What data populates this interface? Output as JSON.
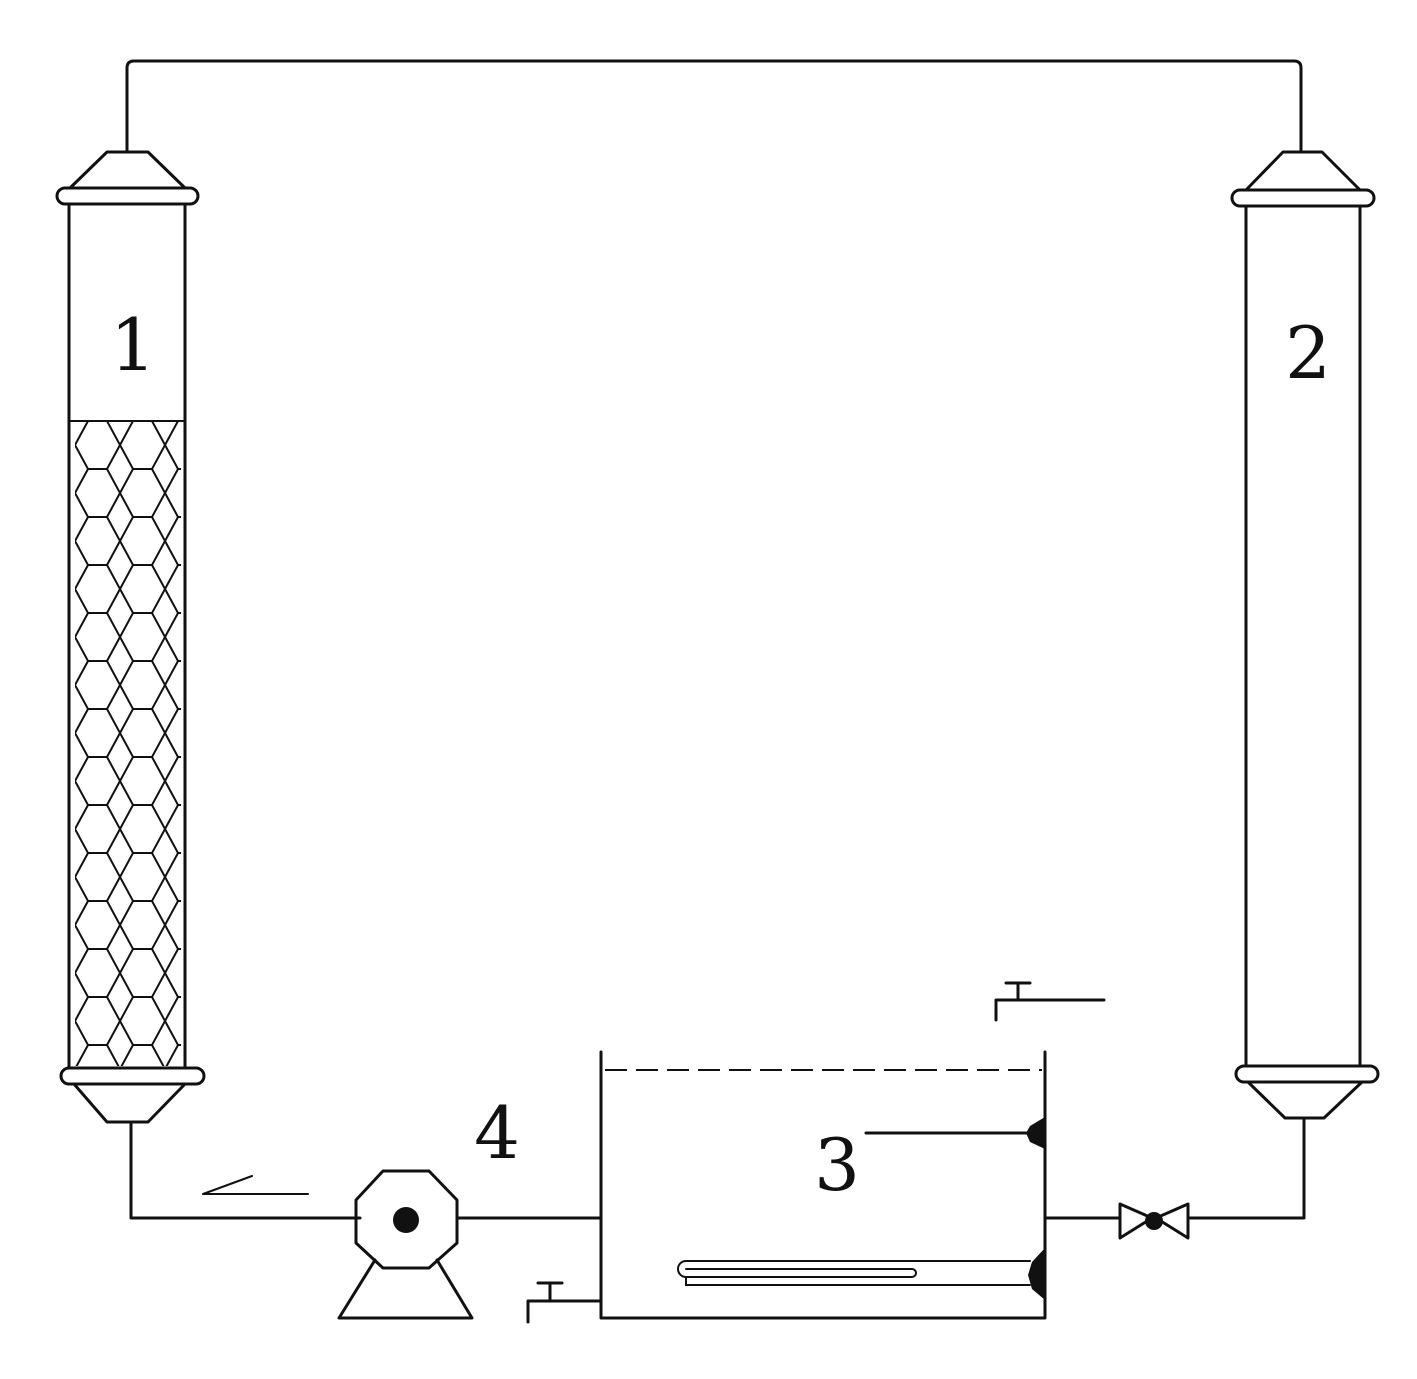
{
  "labels": {
    "column_1": "1",
    "column_2": "2",
    "tank_3": "3",
    "pump_4": "4"
  }
}
